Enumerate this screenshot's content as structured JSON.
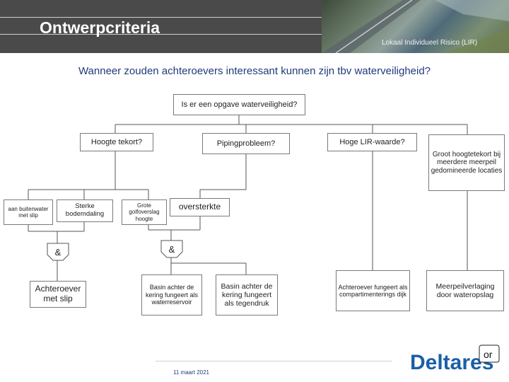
{
  "header": {
    "title": "Ontwerpcriteria",
    "subtitle": "Lokaal Individueel Risico (LIR)"
  },
  "question": "Wanneer zouden achteroevers interessant kunnen zijn tbv waterveiligheid?",
  "diagram": {
    "root": "Is er een opgave waterveiligheid?",
    "hoogte_tekort": "Hoogte tekort?",
    "pipingprobleem": "Pipingprobleem?",
    "hoge_lir": "Hoge LIR-waarde?",
    "groot_hoogtetekort": "Groot hoogtetekort bij meerdere meerpeil gedomineerde locaties",
    "aan_buitenwater": "aan buitenwater met slip",
    "sterke_bodemdaling": "Sterke bodemdaling",
    "grote_golfoverslag": "Grote golfoverslag hoogte",
    "oversterkte": "oversterkte",
    "and_left": "&",
    "and_mid": "&",
    "achteroever_slip": "Achteroever met slip",
    "basin_waterreservoir": "Basin achter de kering fungeert als waterreservoir",
    "basin_tegendruk": "Basin achter de kering fungeert als tegendruk",
    "achteroever_compartimentering": "Achteroever fungeert als compartimenterings dijk",
    "meerpeilverlaging": "Meerpeilverlaging door wateropslag"
  },
  "footer": {
    "date": "11 maart 2021",
    "logo_text": "Deltares",
    "logo_badge": "or"
  },
  "colors": {
    "header_bg": "#4a4a4a",
    "question_text": "#1f3b7a",
    "logo_blue": "#1a5fa8",
    "box_border": "#7a7a7a"
  }
}
